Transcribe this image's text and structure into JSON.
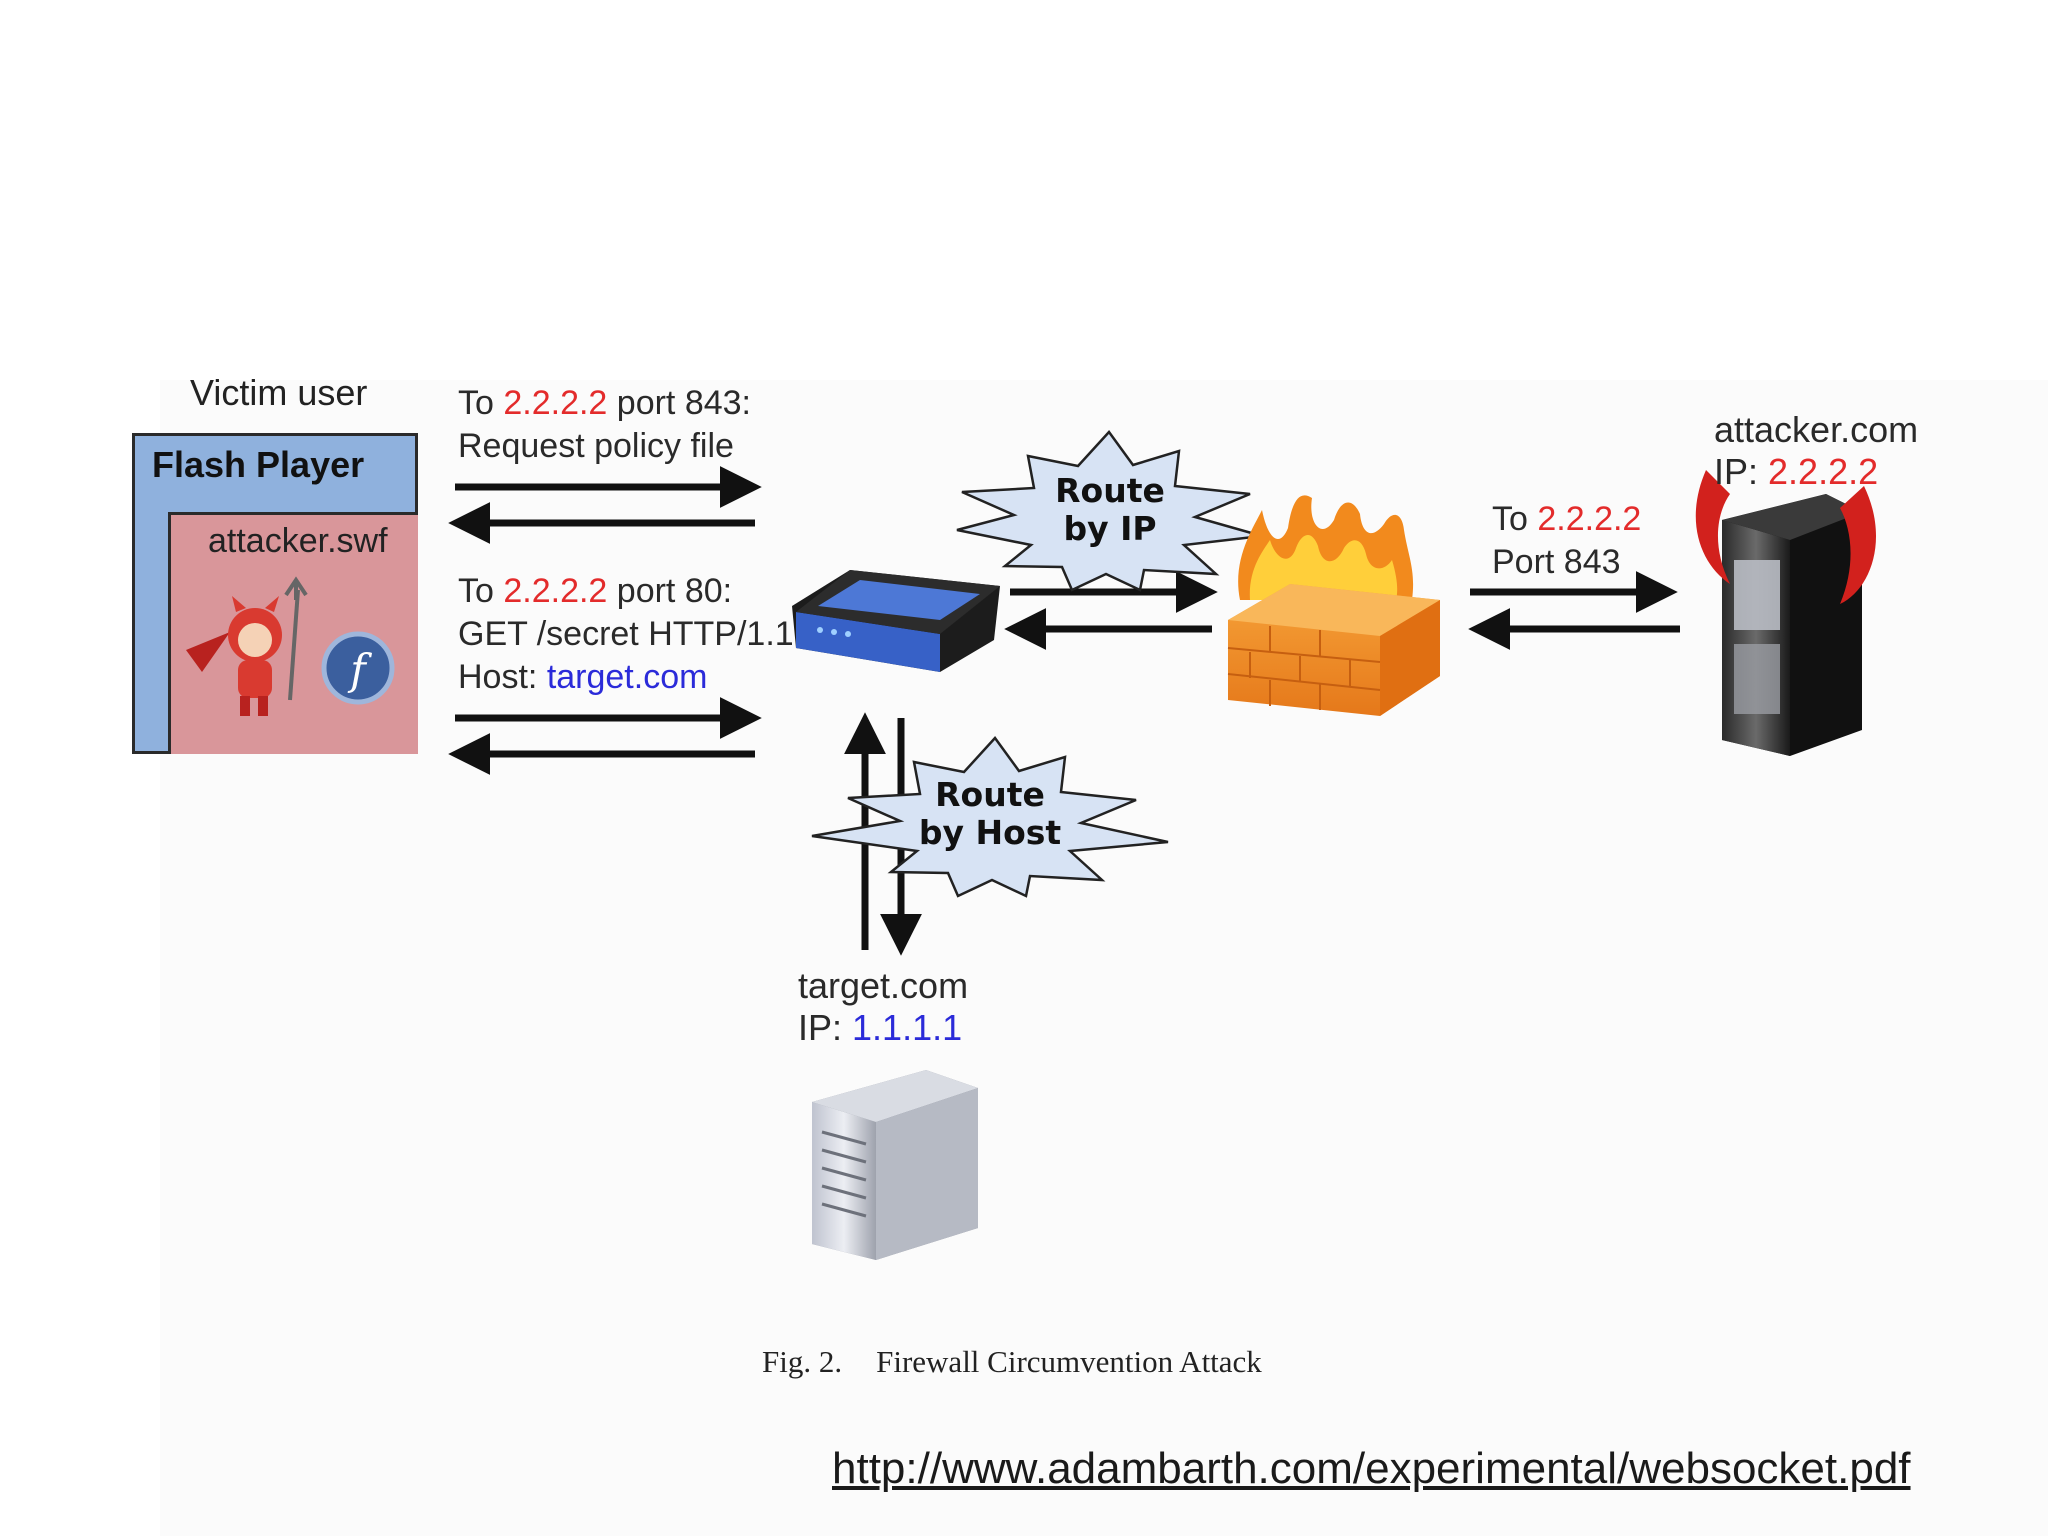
{
  "victim": {
    "title": "Victim user",
    "flash_label": "Flash Player",
    "swf_label": "attacker.swf"
  },
  "msg_policy": {
    "to": "To ",
    "ip": "2.2.2.2",
    "port": " port 843:",
    "line2": "Request policy file"
  },
  "msg_get": {
    "to": "To ",
    "ip": "2.2.2.2",
    "port": " port 80:",
    "line2": "GET /secret HTTP/1.1",
    "host_prefix": "Host: ",
    "host": "target.com"
  },
  "route_ip": {
    "line1": "Route",
    "line2": "by IP"
  },
  "route_host": {
    "line1": "Route",
    "line2": "by Host"
  },
  "msg_fw": {
    "to": "To ",
    "ip": "2.2.2.2",
    "line2": "Port 843"
  },
  "attacker": {
    "domain": "attacker.com",
    "ip_prefix": "IP: ",
    "ip": "2.2.2.2"
  },
  "target": {
    "domain": "target.com",
    "ip_prefix": "IP: ",
    "ip": "1.1.1.1"
  },
  "caption": {
    "fig": "Fig. 2.",
    "title": "Firewall Circumvention Attack"
  },
  "source_url": "http://www.adambarth.com/experimental/websocket.pdf",
  "colors": {
    "highlight_red": "#e32b2b",
    "highlight_blue": "#2b2bd9",
    "flash_blue": "#8fb1dd",
    "swf_pink": "#d9969a",
    "burst_fill": "#d7e3f4"
  }
}
